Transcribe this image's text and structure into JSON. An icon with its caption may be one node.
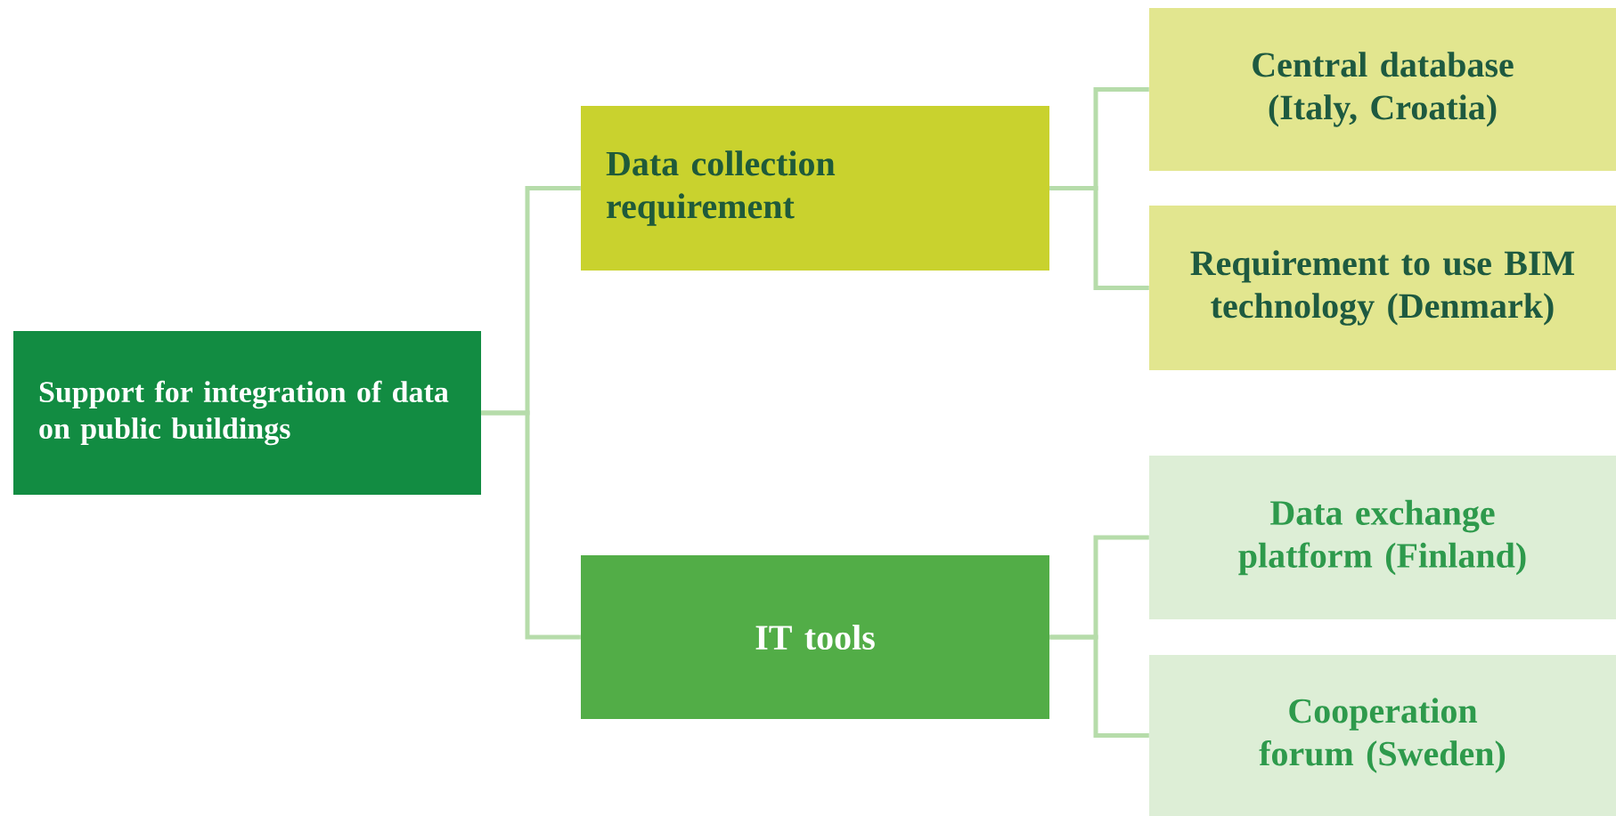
{
  "diagram": {
    "nodes": [
      {
        "text": [
          "Support for integration of data on public buildings"
        ]
      },
      {
        "text": [
          "Data collection requirement"
        ]
      },
      {
        "text": [
          "IT tools"
        ]
      },
      {
        "text": [
          "Central database (Italy, Croatia)"
        ]
      },
      {
        "text": [
          "Requirement to use BIM technology (Denmark)"
        ]
      },
      {
        "text": [
          "Data exchange platform (Finland)"
        ]
      },
      {
        "text": [
          "Cooperation forum (Sweden)"
        ]
      }
    ],
    "edges": [
      {
        "from": 0,
        "to": 1,
        "arrow": "none"
      },
      {
        "from": 0,
        "to": 2,
        "arrow": "none"
      },
      {
        "from": 1,
        "to": 3,
        "arrow": "none"
      },
      {
        "from": 1,
        "to": 4,
        "arrow": "none"
      },
      {
        "from": 2,
        "to": 5,
        "arrow": "none"
      },
      {
        "from": 2,
        "to": 6,
        "arrow": "none"
      }
    ]
  }
}
